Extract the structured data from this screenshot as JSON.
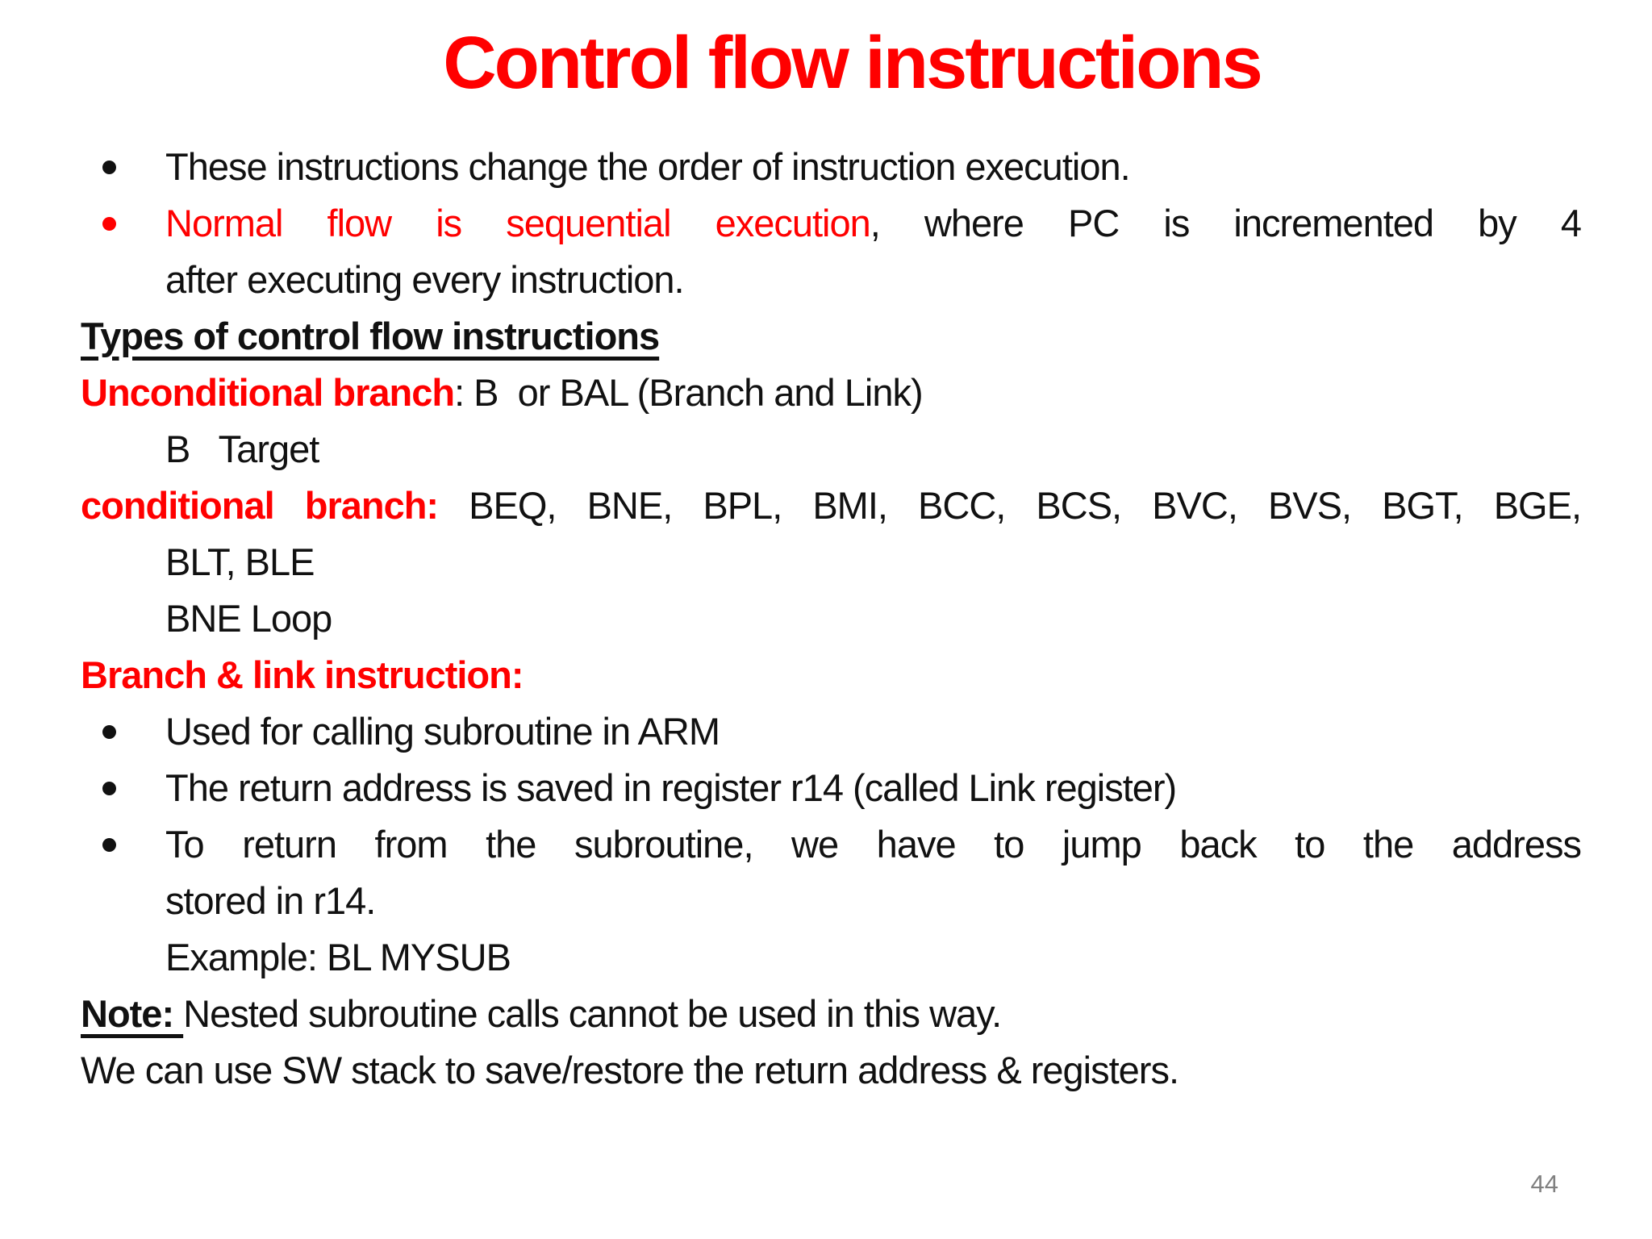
{
  "colors": {
    "red": "#ff0000",
    "black": "#111111",
    "gray": "#808080",
    "background": "#ffffff"
  },
  "title": {
    "text": "Control flow instructions",
    "color": "#ff0000"
  },
  "page": {
    "page_number": "44"
  },
  "lines": [
    {
      "bullet": "black",
      "indent": 1,
      "segments": [
        {
          "text": "These instructions change the order of instruction execution.",
          "color": "black"
        }
      ]
    },
    {
      "bullet": "red",
      "indent": 1,
      "justify": true,
      "segments": [
        {
          "text": "Normal flow is sequential execution",
          "color": "red"
        },
        {
          "text": ", where PC is incremented by 4",
          "color": "black"
        }
      ]
    },
    {
      "indent": 1,
      "segments": [
        {
          "text": "after executing every instruction.",
          "color": "black"
        }
      ]
    },
    {
      "indent": 0,
      "segments": [
        {
          "text": "Types of control flow instructions",
          "color": "black",
          "bold": true,
          "underline": true
        }
      ]
    },
    {
      "indent": 0,
      "segments": [
        {
          "text": "Unconditional branch",
          "color": "red",
          "bold": true
        },
        {
          "text": ": B  or BAL (Branch and Link)",
          "color": "black"
        }
      ]
    },
    {
      "indent": 1,
      "segments": [
        {
          "text": "B   Target",
          "color": "black"
        }
      ]
    },
    {
      "indent": 0,
      "justify": true,
      "segments": [
        {
          "text": "conditional branch:",
          "color": "red",
          "bold": true
        },
        {
          "text": " BEQ, BNE, BPL, BMI, BCC, BCS, BVC, BVS, BGT, BGE,",
          "color": "black"
        }
      ]
    },
    {
      "indent": 1,
      "segments": [
        {
          "text": "BLT, BLE",
          "color": "black"
        }
      ]
    },
    {
      "indent": 1,
      "segments": [
        {
          "text": "BNE Loop",
          "color": "black"
        }
      ]
    },
    {
      "indent": 0,
      "segments": [
        {
          "text": "Branch & link instruction:",
          "color": "red",
          "bold": true
        }
      ]
    },
    {
      "bullet": "black",
      "indent": 1,
      "segments": [
        {
          "text": "Used for calling subroutine in ARM",
          "color": "black"
        }
      ]
    },
    {
      "bullet": "black",
      "indent": 1,
      "segments": [
        {
          "text": "The return address is saved in register r14 (called Link register)",
          "color": "black"
        }
      ]
    },
    {
      "bullet": "black",
      "indent": 1,
      "justify": true,
      "segments": [
        {
          "text": "To return from the subroutine, we have to jump back to the address",
          "color": "black"
        }
      ]
    },
    {
      "indent": 1,
      "segments": [
        {
          "text": "stored in r14.",
          "color": "black"
        }
      ]
    },
    {
      "indent": 1,
      "segments": [
        {
          "text": "Example: BL MYSUB",
          "color": "black"
        }
      ]
    },
    {
      "indent": 0,
      "segments": [
        {
          "text": "Note: ",
          "color": "black",
          "bold": true,
          "underline": true
        },
        {
          "text": "Nested subroutine calls cannot be used in this way.",
          "color": "black"
        }
      ]
    },
    {
      "indent": 0,
      "segments": [
        {
          "text": "We can use SW stack to save/restore the return address & registers.",
          "color": "black"
        }
      ]
    }
  ]
}
